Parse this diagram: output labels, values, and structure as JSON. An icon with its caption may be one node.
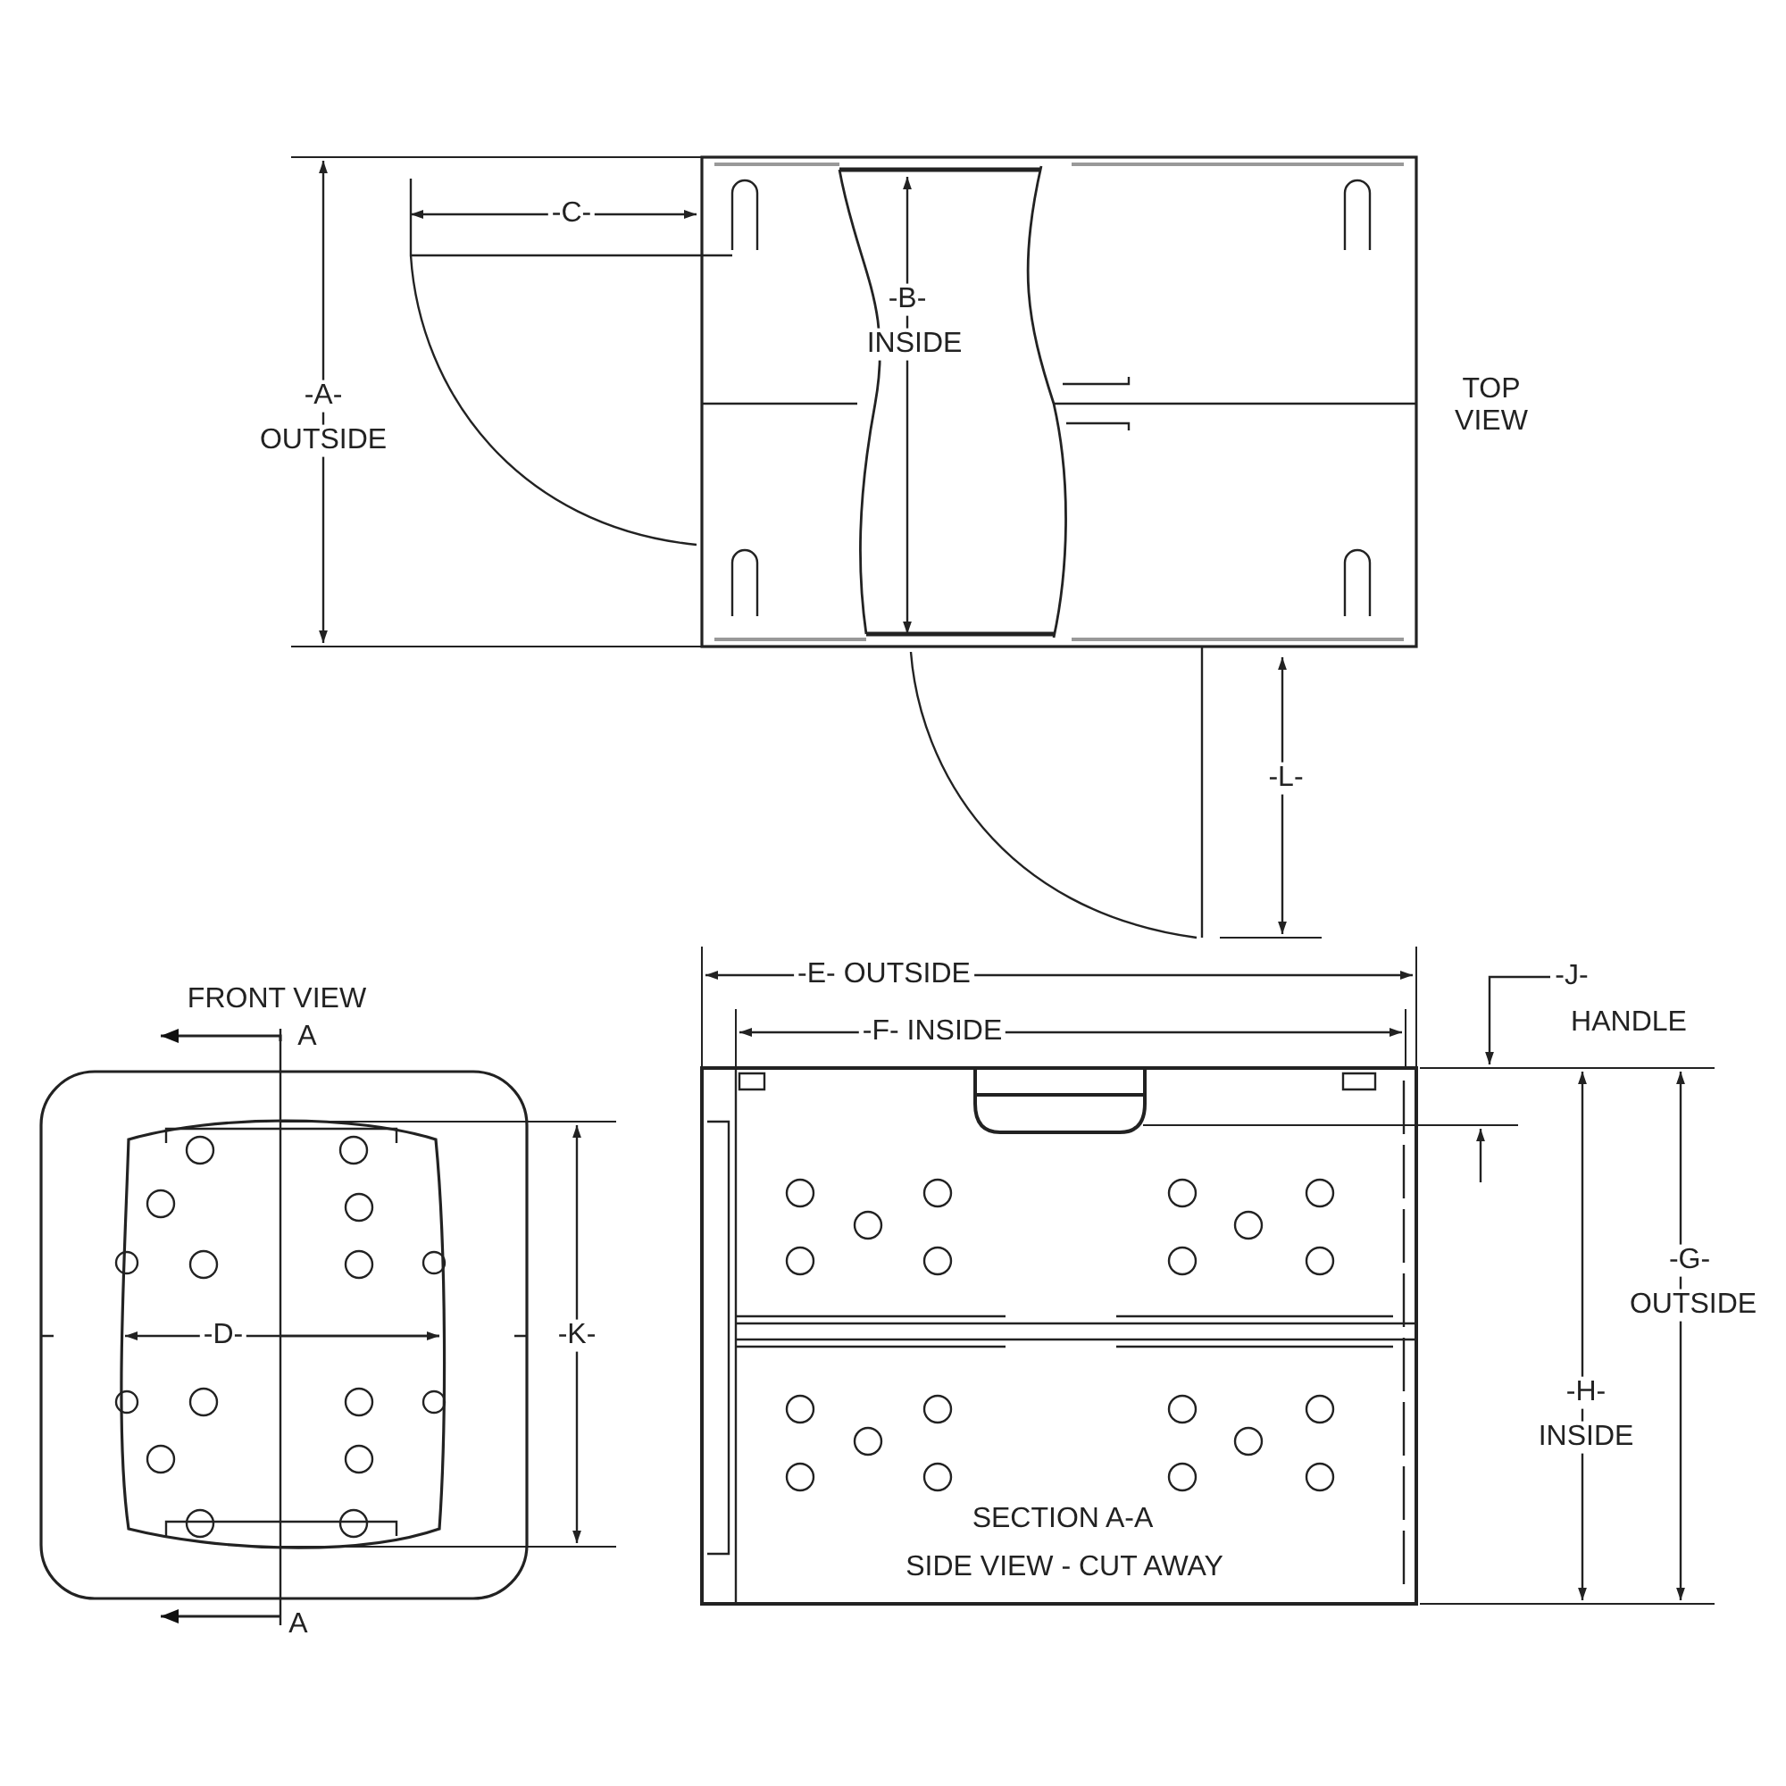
{
  "diagram": {
    "labels": [
      "-C-",
      "-B-",
      "INSIDE",
      "-A-",
      "OUTSIDE",
      "TOP VIEW",
      "-L-",
      "-E- OUTSIDE",
      "-J-",
      "HANDLE",
      "-F- INSIDE",
      "FRONT VIEW",
      "A",
      "-D-",
      "-K-",
      "-G-",
      "OUTSIDE",
      "-H-",
      "INSIDE",
      "SECTION A-A",
      "SIDE VIEW - CUT AWAY",
      "A"
    ]
  }
}
